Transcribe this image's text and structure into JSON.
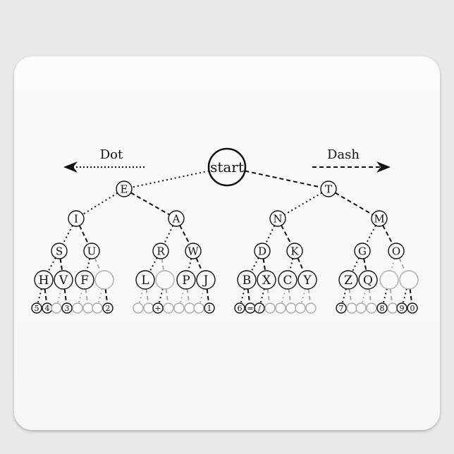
{
  "legend": {
    "dot_label": "Dot",
    "dash_label": "Dash"
  },
  "root": "start",
  "levels": [
    [
      "E",
      "T"
    ],
    [
      "I",
      "A",
      "N",
      "M"
    ],
    [
      "S",
      "U",
      "R",
      "W",
      "D",
      "K",
      "G",
      "O"
    ],
    [
      "H",
      "V",
      "F",
      "",
      "L",
      "",
      "P",
      "J",
      "B",
      "X",
      "C",
      "Y",
      "Z",
      "Q",
      "",
      ""
    ],
    [
      "5",
      "4",
      "",
      "3",
      "",
      "",
      "",
      "2",
      "",
      "",
      "+",
      "",
      "",
      "",
      "",
      "1",
      "6",
      "=",
      "/",
      "",
      "",
      "",
      "",
      "",
      "7",
      "",
      "",
      "",
      "8",
      "",
      "9",
      "0"
    ]
  ],
  "colors": {
    "ink": "#111111",
    "empty": "#aaaaaa",
    "pad": "#f8f8f8"
  }
}
